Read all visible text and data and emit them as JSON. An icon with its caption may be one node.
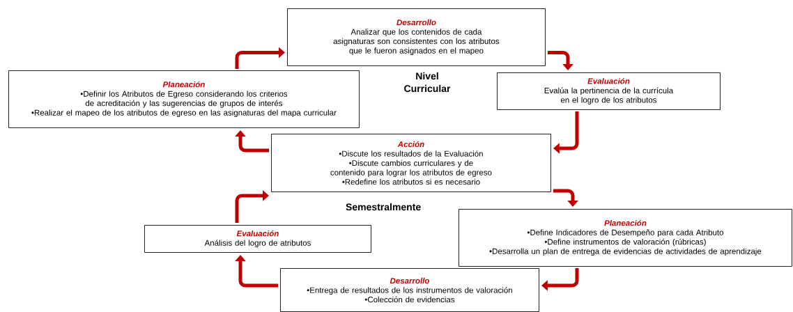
{
  "diagram": {
    "nodes": [
      {
        "text": [
          "Desarrollo",
          "Analizar que los contenidos de cada asignaturas son consistentes con los atributos que le fueron asignados en el mapeo"
        ]
      },
      {
        "text": [
          "Planeación",
          "•Definir los Atributos de Egreso considerando los criterios de acreditación y las sugerencias de grupos de interés",
          "•Realizar el mapeo de los atributos de egreso en las asignaturas del mapa curricular"
        ]
      },
      {
        "text": [
          "Evaluación",
          "Evalúa la pertinencia de la currícula en el logro de los atributos"
        ]
      },
      {
        "text": [
          "Acción",
          "•Discute los resultados de la Evaluación",
          "•Discute cambios curriculares y de contenido para lograr los atributos de egreso",
          "•Redefine los atributos si es necesario"
        ]
      },
      {
        "text": [
          "Planeación",
          "•Define Indicadores de Desempeño para cada Atributo",
          "•Define instrumentos de valoración (rúbricas)",
          "•Desarrolla un plan de entrega de evidencias de actividades de aprendizaje"
        ]
      },
      {
        "text": [
          "Evaluación",
          "Análisis del logro de atributos"
        ]
      },
      {
        "text": [
          "Desarrollo",
          "•Entrega de resultados de los instrumentos de valoración",
          "•Colección de evidencias"
        ]
      }
    ],
    "edges": [
      {
        "from": 1,
        "to": 0,
        "arrow": "to"
      },
      {
        "from": 0,
        "to": 2,
        "arrow": "to"
      },
      {
        "from": 2,
        "to": 3,
        "arrow": "to"
      },
      {
        "from": 3,
        "to": 1,
        "arrow": "to"
      },
      {
        "from": 3,
        "to": 4,
        "arrow": "to"
      },
      {
        "from": 4,
        "to": 6,
        "arrow": "to"
      },
      {
        "from": 6,
        "to": 5,
        "arrow": "to"
      },
      {
        "from": 5,
        "to": 3,
        "arrow": "to"
      }
    ],
    "labels": [
      "Nivel Curricular",
      "Semestralmente"
    ]
  }
}
